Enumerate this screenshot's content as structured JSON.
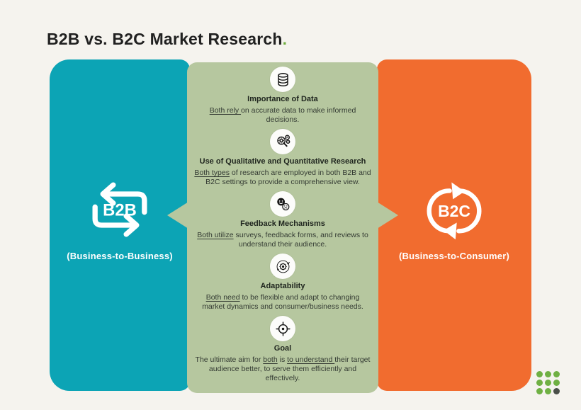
{
  "title": {
    "text": "B2B vs. B2C Market Research",
    "period": "."
  },
  "colors": {
    "cream": "#f5f3ee",
    "teal": "#0ca4b5",
    "orange": "#f16c2f",
    "sage": "#b6c79f",
    "ink": "#212121",
    "accent_green": "#70ad3f",
    "heading": "#20261f",
    "body": "#343b33",
    "dot_green": "#6fb043",
    "dot_dark": "#4a4f49"
  },
  "left_panel": {
    "icon": "b2b-cycle-arrows-icon",
    "logo_text": "B2B",
    "label": "(Business-to-Business)"
  },
  "right_panel": {
    "icon": "b2c-circular-arrows-icon",
    "logo_text": "B2C",
    "label": "(Business-to-Consumer)"
  },
  "center_panel": {
    "sections": [
      {
        "icon": "database-icon",
        "title": "Importance of Data",
        "body": [
          {
            "text": "Both rely ",
            "underline": true
          },
          {
            "text": "on accurate data to make informed decisions.",
            "underline": false
          }
        ]
      },
      {
        "icon": "research-magnifier-gear-icon",
        "title": "Use of Qualitative and Quantitative Research",
        "body": [
          {
            "text": "Both types",
            "underline": true
          },
          {
            "text": " of research are employed in both B2B and B2C settings to provide a comprehensive view.",
            "underline": false
          }
        ]
      },
      {
        "icon": "feedback-faces-icon",
        "title": "Feedback Mechanisms",
        "body": [
          {
            "text": "Both utilize",
            "underline": true
          },
          {
            "text": " surveys, feedback forms, and reviews to understand their audience.",
            "underline": false
          }
        ]
      },
      {
        "icon": "adaptability-gear-orbit-icon",
        "title": "Adaptability",
        "body": [
          {
            "text": "Both need",
            "underline": true
          },
          {
            "text": " to be flexible and adapt to changing market dynamics and consumer/business needs.",
            "underline": false
          }
        ]
      },
      {
        "icon": "goal-target-icon",
        "title": "Goal",
        "body": [
          {
            "text": "The ultimate aim for ",
            "underline": false
          },
          {
            "text": "both",
            "underline": true
          },
          {
            "text": " is ",
            "underline": false
          },
          {
            "text": "to understand ",
            "underline": true
          },
          {
            "text": "their target audience better, to serve them efficiently and effectively.",
            "underline": false
          }
        ]
      }
    ]
  },
  "footer": {
    "logo": "dots-grid-logo"
  }
}
